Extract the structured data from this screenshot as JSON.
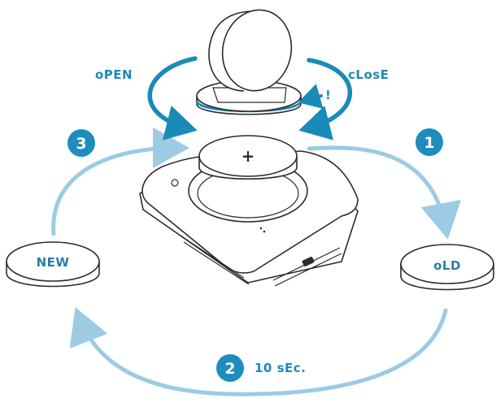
{
  "labels": {
    "open": "oPEN",
    "close": "cLosE",
    "warning": "!",
    "plus_mark": "+",
    "new": "NEW",
    "old": "oLD",
    "duration": "10 sEc."
  },
  "steps": [
    {
      "number": "1"
    },
    {
      "number": "2"
    },
    {
      "number": "3"
    }
  ],
  "colors": {
    "dark_blue": "#1a8bb8",
    "light_blue": "#9ccbe3",
    "step_badge": "#1e8dbd",
    "outline": "#2b2b2b"
  }
}
